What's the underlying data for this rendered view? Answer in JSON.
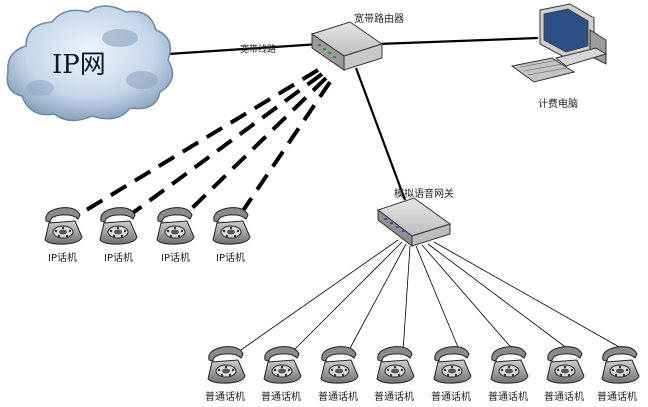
{
  "cloud": {
    "label": "IP网"
  },
  "router": {
    "label": "宽带路由器"
  },
  "link": {
    "label": "宽带线路"
  },
  "computer": {
    "label": "计费电脑"
  },
  "gateway": {
    "label": "模拟语音网关"
  },
  "ip_phones": [
    {
      "label": "IP话机"
    },
    {
      "label": "IP话机"
    },
    {
      "label": "IP话机"
    },
    {
      "label": "IP话机"
    }
  ],
  "analog_phones": [
    {
      "label": "普通话机"
    },
    {
      "label": "普通话机"
    },
    {
      "label": "普通话机"
    },
    {
      "label": "普通话机"
    },
    {
      "label": "普通话机"
    },
    {
      "label": "普通话机"
    },
    {
      "label": "普通话机"
    },
    {
      "label": "普通话机"
    }
  ],
  "colors": {
    "cloud_fill": "#cfe0f2",
    "cloud_shade": "#7e97b3",
    "phone_body": "#9a9a9a",
    "line": "#000000"
  },
  "icons": [
    "cloud-icon",
    "router-icon",
    "computer-icon",
    "gateway-icon",
    "telephone-icon"
  ]
}
